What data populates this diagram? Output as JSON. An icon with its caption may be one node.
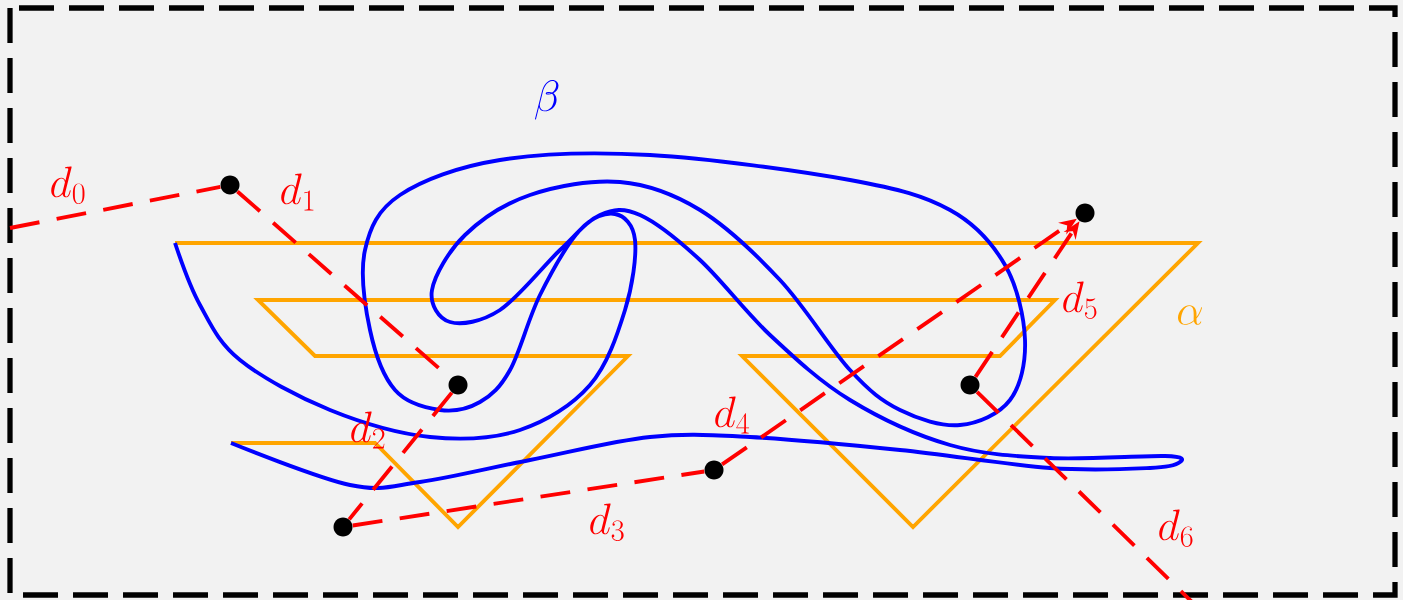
{
  "diagram": {
    "nodes": [
      {
        "text": [],
        "shape": "circle"
      },
      {
        "text": [],
        "shape": "circle"
      },
      {
        "text": [],
        "shape": "circle"
      },
      {
        "text": [],
        "shape": "circle"
      },
      {
        "text": [],
        "shape": "circle"
      },
      {
        "text": [],
        "shape": "circle"
      }
    ],
    "edges": [
      {
        "from": null,
        "to": 0,
        "arrow": "none",
        "label": "d_0",
        "style": "dashed"
      },
      {
        "from": 0,
        "to": 1,
        "arrow": "none",
        "label": "d_1",
        "style": "dashed"
      },
      {
        "from": 1,
        "to": 2,
        "arrow": "none",
        "label": "d_2",
        "style": "dashed"
      },
      {
        "from": 2,
        "to": 3,
        "arrow": "none",
        "label": "d_3",
        "style": "dashed"
      },
      {
        "from": 3,
        "to": 4,
        "arrow": "to",
        "label": "d_4",
        "style": "dashed"
      },
      {
        "from": 5,
        "to": 4,
        "arrow": "to",
        "label": "d_5",
        "style": "dashed"
      },
      {
        "from": 5,
        "to": null,
        "arrow": "none",
        "label": "d_6",
        "style": "dashed"
      }
    ],
    "labels": [
      "\\beta",
      "\\alpha"
    ]
  }
}
